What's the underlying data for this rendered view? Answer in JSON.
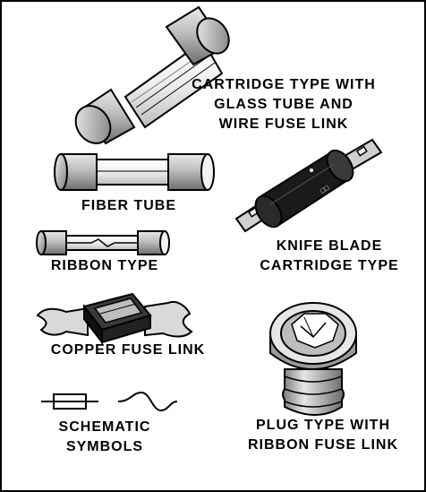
{
  "labels": {
    "cartridge": [
      "CARTRIDGE TYPE WITH",
      "GLASS TUBE AND",
      "WIRE FUSE LINK"
    ],
    "fiber": [
      "FIBER TUBE"
    ],
    "ribbon": [
      "RIBBON TYPE"
    ],
    "knife": [
      "KNIFE BLADE",
      "CARTRIDGE TYPE"
    ],
    "copper": [
      "COPPER FUSE LINK"
    ],
    "plug": [
      "PLUG TYPE WITH",
      "RIBBON FUSE LINK"
    ],
    "schematic": [
      "SCHEMATIC",
      "SYMBOLS"
    ]
  },
  "colors": {
    "ink": "#000000",
    "paper": "#ffffff",
    "light_metal": "#c8c8c8",
    "mid_metal": "#8a8a8a",
    "dark_body": "#1a1a1a"
  }
}
